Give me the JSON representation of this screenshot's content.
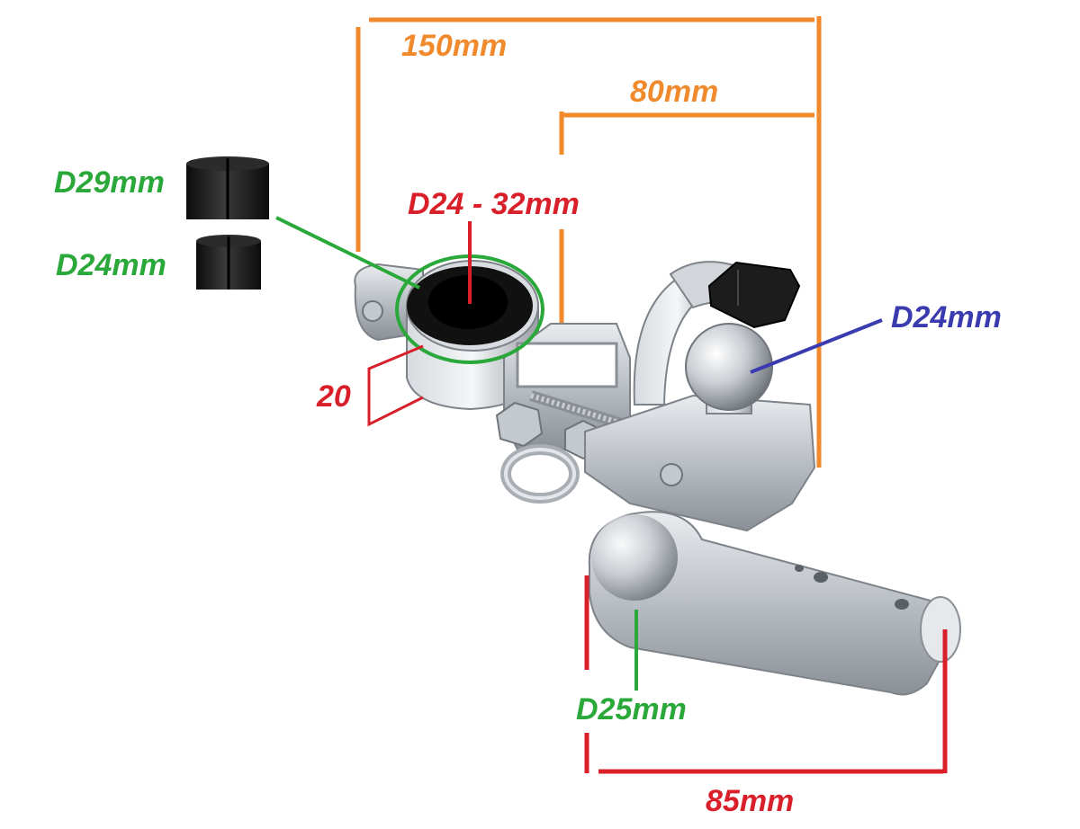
{
  "colors": {
    "orange": "#f08a2c",
    "red": "#d9202a",
    "green": "#2aa83a",
    "blue": "#3b3bb0",
    "steel": "#bfc3c8",
    "steel_dark": "#7d8389",
    "rubber": "#1a1a1a"
  },
  "labels": {
    "overall_length": "150mm",
    "top_length": "80mm",
    "clamp_diameter": "D24 - 32mm",
    "bushing_large": "D29mm",
    "bushing_small": "D24mm",
    "ball_diameter": "D24mm",
    "clamp_height": "20",
    "socket_diameter": "D25mm",
    "socket_length": "85mm"
  },
  "icons": [
    "bushing-icon",
    "clamp-ring-icon",
    "tow-ball-icon",
    "eye-bolt-icon",
    "socket-tube-icon"
  ]
}
